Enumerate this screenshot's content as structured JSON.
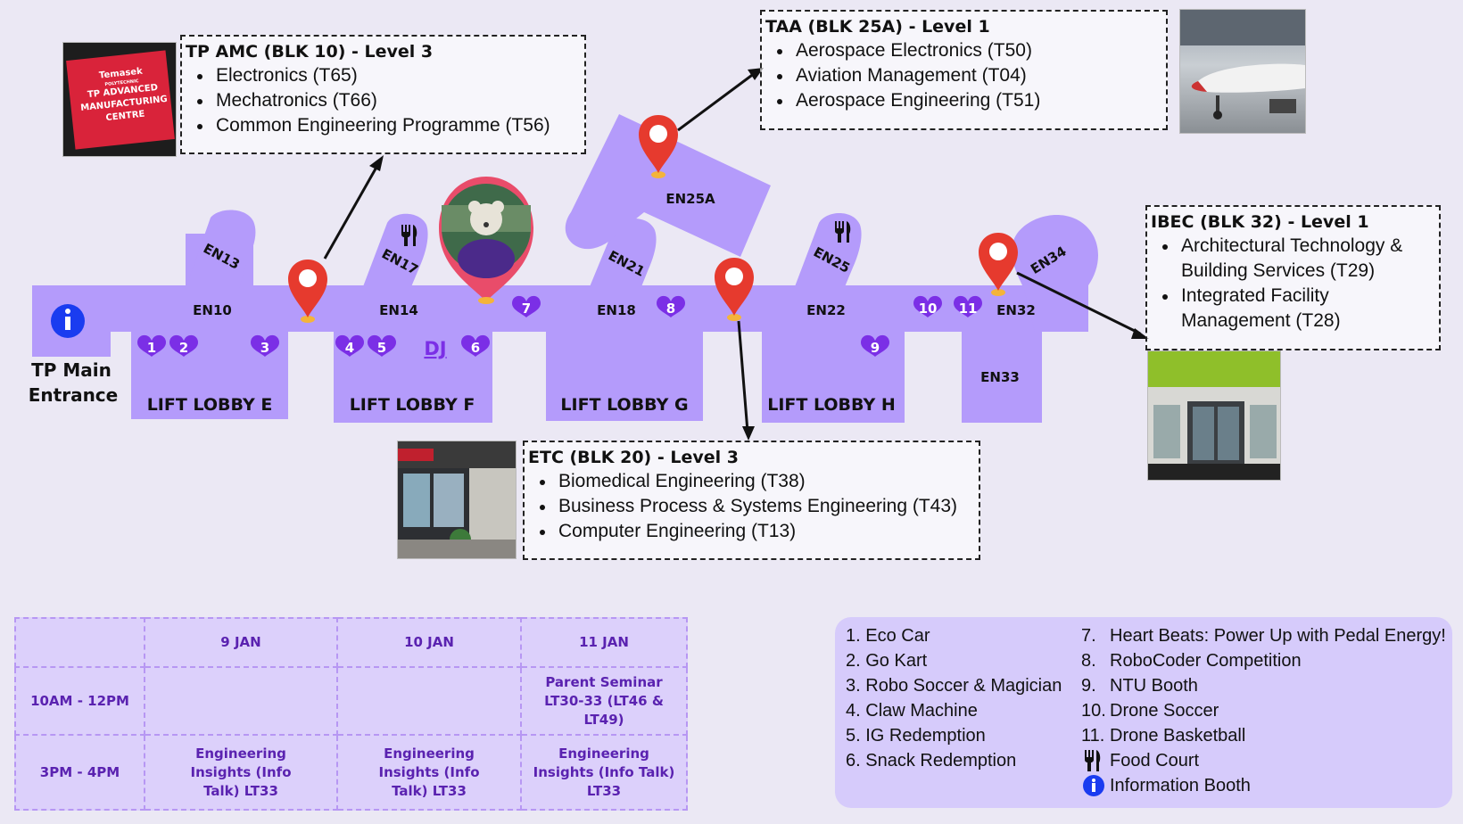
{
  "colors": {
    "background": "#ebe8f4",
    "floor": "#b49bfb",
    "accent_purple": "#7b2fe6",
    "pin_red": "#e63a2e",
    "pin_base": "#f4b43a",
    "info_blue": "#1a3cf0",
    "legend_bg": "#d6cbfb",
    "schedule_bg": "#dcd0fb"
  },
  "map": {
    "main_entrance_label_line1": "TP Main",
    "main_entrance_label_line2": "Entrance",
    "rooms": [
      "EN10",
      "EN13",
      "EN14",
      "EN17",
      "EN18",
      "EN21",
      "EN25A",
      "EN22",
      "EN25",
      "EN32",
      "EN33",
      "EN34"
    ],
    "lobbies": [
      "LIFT LOBBY E",
      "LIFT LOBBY F",
      "LIFT LOBBY G",
      "LIFT LOBBY H"
    ],
    "dj_label": "DJ",
    "heart_numbers": [
      "1",
      "2",
      "3",
      "4",
      "5",
      "6",
      "7",
      "8",
      "9",
      "10",
      "11"
    ],
    "icons": [
      "information-icon",
      "map-pin-icon",
      "food-court-icon",
      "heart-marker-icon"
    ]
  },
  "info_boxes": {
    "tp_amc": {
      "title": "TP AMC (BLK 10) - Level 3",
      "items": [
        "Electronics (T65)",
        "Mechatronics (T66)",
        "Common Engineering Programme (T56)"
      ],
      "photo_text": [
        "Temasek",
        "POLYTECHNIC",
        "TP ADVANCED",
        "MANUFACTURING",
        "CENTRE"
      ]
    },
    "taa": {
      "title": "TAA (BLK 25A) - Level 1",
      "items": [
        "Aerospace Electronics (T50)",
        "Aviation Management (T04)",
        "Aerospace Engineering (T51)"
      ]
    },
    "ibec": {
      "title": "IBEC (BLK 32) - Level 1",
      "items": [
        "Architectural Technology & Building Services (T29)",
        "Integrated Facility Management (T28)"
      ]
    },
    "etc": {
      "title": "ETC (BLK 20) - Level 3",
      "items": [
        "Biomedical Engineering (T38)",
        "Business Process & Systems Engineering (T43)",
        "Computer Engineering (T13)"
      ]
    }
  },
  "schedule": {
    "columns": [
      "",
      "9 JAN",
      "10 JAN",
      "11 JAN"
    ],
    "rows": [
      {
        "time": "10AM - 12PM",
        "cells": [
          "",
          "",
          "Parent Seminar LT30-33 (LT46 & LT49)"
        ]
      },
      {
        "time": "3PM - 4PM",
        "cells": [
          "Engineering Insights (Info Talk) LT33",
          "Engineering Insights (Info Talk) LT33",
          "Engineering Insights (Info Talk) LT33"
        ]
      }
    ]
  },
  "legend": {
    "left": [
      {
        "num": "1.",
        "label": "Eco Car"
      },
      {
        "num": "2.",
        "label": "Go Kart"
      },
      {
        "num": "3.",
        "label": "Robo Soccer & Magician"
      },
      {
        "num": "4.",
        "label": "Claw Machine"
      },
      {
        "num": "5.",
        "label": "IG Redemption"
      },
      {
        "num": "6.",
        "label": "Snack Redemption"
      }
    ],
    "right": [
      {
        "num": "7.",
        "label": "Heart Beats: Power Up with Pedal Energy!"
      },
      {
        "num": "8.",
        "label": "RoboCoder Competition"
      },
      {
        "num": "9.",
        "label": "NTU Booth"
      },
      {
        "num": "10.",
        "label": "Drone Soccer"
      },
      {
        "num": "11.",
        "label": "Drone Basketball"
      }
    ],
    "food_court": "Food Court",
    "information_booth": "Information Booth"
  }
}
